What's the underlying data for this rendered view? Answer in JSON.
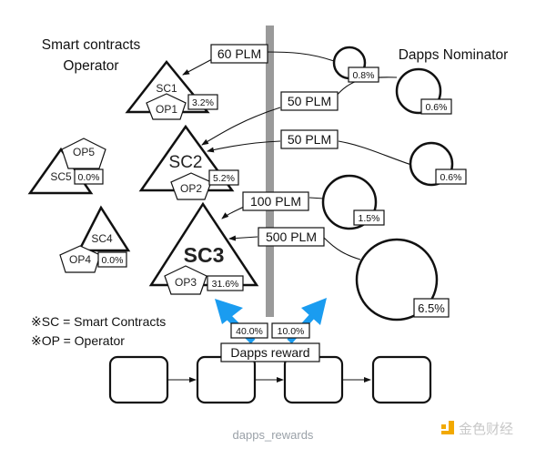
{
  "headings": {
    "operator_line1": "Smart contracts",
    "operator_line2": "Operator",
    "nominator": "Dapps Nominator"
  },
  "contracts": [
    {
      "id": "sc1",
      "sc_label": "SC1",
      "op_label": "OP1",
      "share": "3.2%"
    },
    {
      "id": "sc2",
      "sc_label": "SC2",
      "op_label": "OP2",
      "share": "5.2%"
    },
    {
      "id": "sc3",
      "sc_label": "SC3",
      "op_label": "OP3",
      "share": "31.6%"
    },
    {
      "id": "sc4",
      "sc_label": "SC4",
      "op_label": "OP4",
      "share": "0.0%"
    },
    {
      "id": "sc5",
      "sc_label": "SC5",
      "op_label": "OP5",
      "share": "0.0%"
    }
  ],
  "nominations": [
    {
      "amount": "60 PLM",
      "target": "SC1",
      "nominator_share": "0.8%"
    },
    {
      "amount": "50 PLM",
      "target": "SC2",
      "nominator_share": "0.6%"
    },
    {
      "amount": "50 PLM",
      "target": "SC2",
      "nominator_share": "0.6%"
    },
    {
      "amount": "100 PLM",
      "target": "SC3",
      "nominator_share": "1.5%"
    },
    {
      "amount": "500 PLM",
      "target": "SC3",
      "nominator_share": "6.5%"
    }
  ],
  "reward": {
    "label": "Dapps reward",
    "operator_split": "40.0%",
    "nominator_split": "10.0%",
    "arrow_color": "#1a9cf0"
  },
  "chain": {
    "block_count": 4
  },
  "legend": {
    "sc": "※SC = Smart Contracts",
    "op": "※OP = Operator"
  },
  "caption": "dapps_rewards",
  "watermark": {
    "text": "金色财经",
    "logo_color": "#f2a900"
  },
  "colors": {
    "divider": "#9a9a9a",
    "stroke": "#111111"
  }
}
